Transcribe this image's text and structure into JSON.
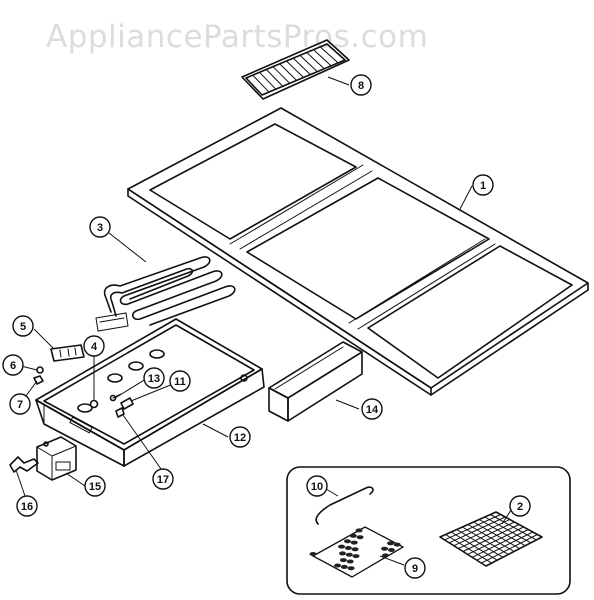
{
  "watermark": "AppliancePartsPros.com",
  "callouts": [
    {
      "id": "8",
      "label": "8"
    },
    {
      "id": "1",
      "label": "1"
    },
    {
      "id": "3",
      "label": "3"
    },
    {
      "id": "5",
      "label": "5"
    },
    {
      "id": "4",
      "label": "4"
    },
    {
      "id": "6",
      "label": "6"
    },
    {
      "id": "7",
      "label": "7"
    },
    {
      "id": "13",
      "label": "13"
    },
    {
      "id": "11",
      "label": "11"
    },
    {
      "id": "12",
      "label": "12"
    },
    {
      "id": "14",
      "label": "14"
    },
    {
      "id": "17",
      "label": "17"
    },
    {
      "id": "15",
      "label": "15"
    },
    {
      "id": "16",
      "label": "16"
    },
    {
      "id": "10",
      "label": "10"
    },
    {
      "id": "2",
      "label": "2"
    },
    {
      "id": "9",
      "label": "9"
    }
  ]
}
